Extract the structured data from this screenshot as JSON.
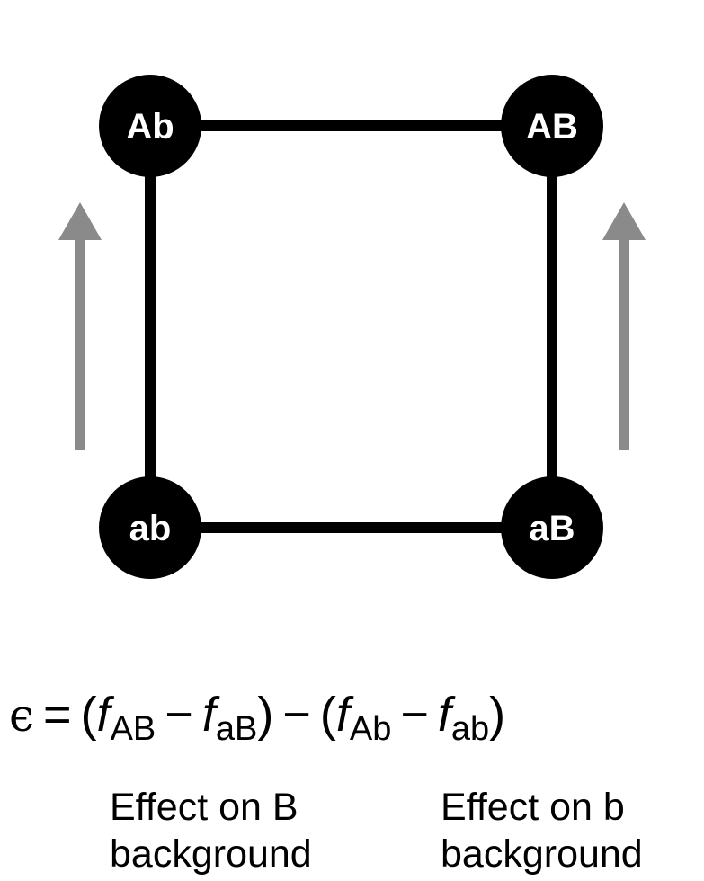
{
  "nodes": {
    "top_left": "Ab",
    "top_right": "AB",
    "bottom_left": "ab",
    "bottom_right": "aB"
  },
  "colors": {
    "node_fill": "#000000",
    "node_text": "#ffffff",
    "edge": "#000000",
    "arrow": "#8a8a8a"
  },
  "equation": {
    "epsilon": "ϵ",
    "equals": "=",
    "open1": "(",
    "f1": "f",
    "sub1": "AB",
    "minus1": "−",
    "f2": "f",
    "sub2": "aB",
    "close1": ")",
    "minus_mid": "−",
    "open2": "(",
    "f3": "f",
    "sub3": "Ab",
    "minus2": "−",
    "f4": "f",
    "sub4": "ab",
    "close2": ")"
  },
  "captions": {
    "left_line1": "Effect on B",
    "left_line2": "background",
    "right_line1": "Effect on b",
    "right_line2": "background"
  }
}
